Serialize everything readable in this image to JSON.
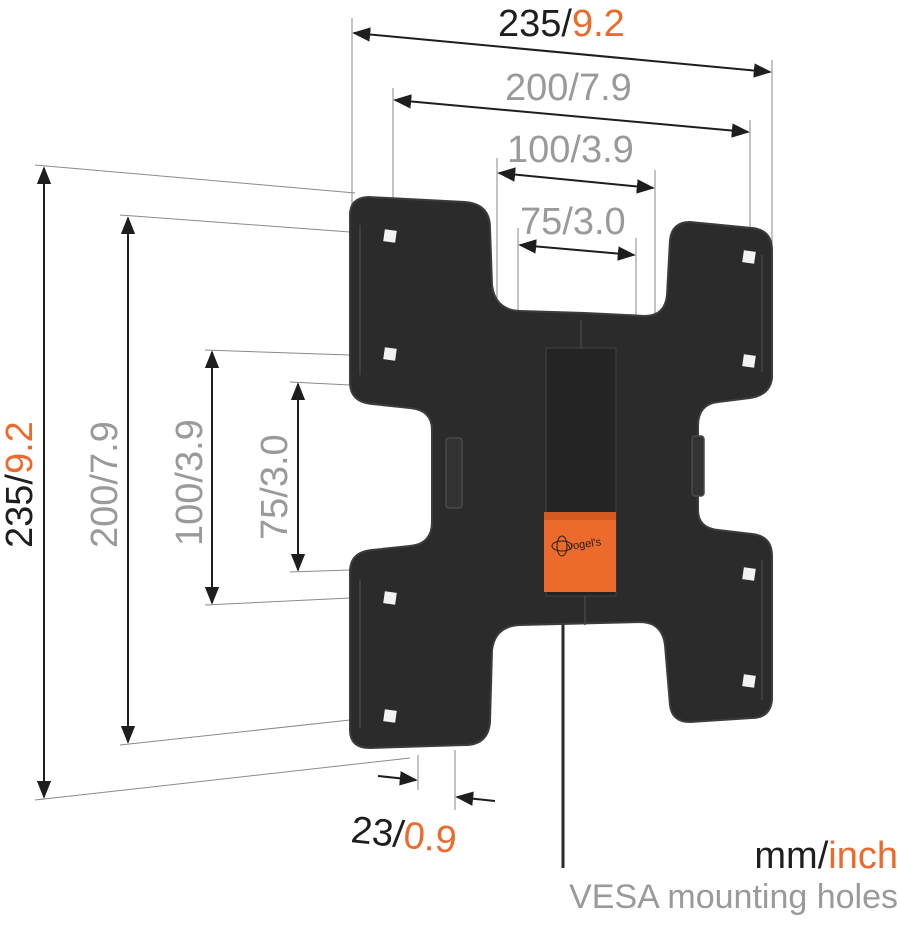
{
  "dimensions": {
    "top_overall": {
      "mm": "235",
      "sep": "/",
      "inch": "9.2"
    },
    "top_200": {
      "mm": "200",
      "sep": "/",
      "inch": "7.9"
    },
    "top_100": {
      "mm": "100",
      "sep": "/",
      "inch": "3.9"
    },
    "top_75": {
      "mm": "75",
      "sep": "/",
      "inch": "3.0"
    },
    "left_overall": {
      "mm": "235",
      "sep": "/",
      "inch": "9.2"
    },
    "left_200": {
      "mm": "200",
      "sep": "/",
      "inch": "7.9"
    },
    "left_100": {
      "mm": "100",
      "sep": "/",
      "inch": "3.9"
    },
    "left_75": {
      "mm": "75",
      "sep": "/",
      "inch": "3.0"
    },
    "depth": {
      "mm": "23",
      "sep": "/",
      "inch": "0.9"
    }
  },
  "legend": {
    "units_mm": "mm/",
    "units_inch": "inch",
    "vesa": "VESA mounting holes"
  },
  "brand": {
    "logo_text": "vogel's"
  },
  "colors": {
    "plate": "#2b2b2b",
    "plate_edge": "#3c3c3c",
    "accent": "#ec6a2c",
    "dim_dark": "#1e1e1e",
    "dim_gray": "#9a9a9a"
  }
}
